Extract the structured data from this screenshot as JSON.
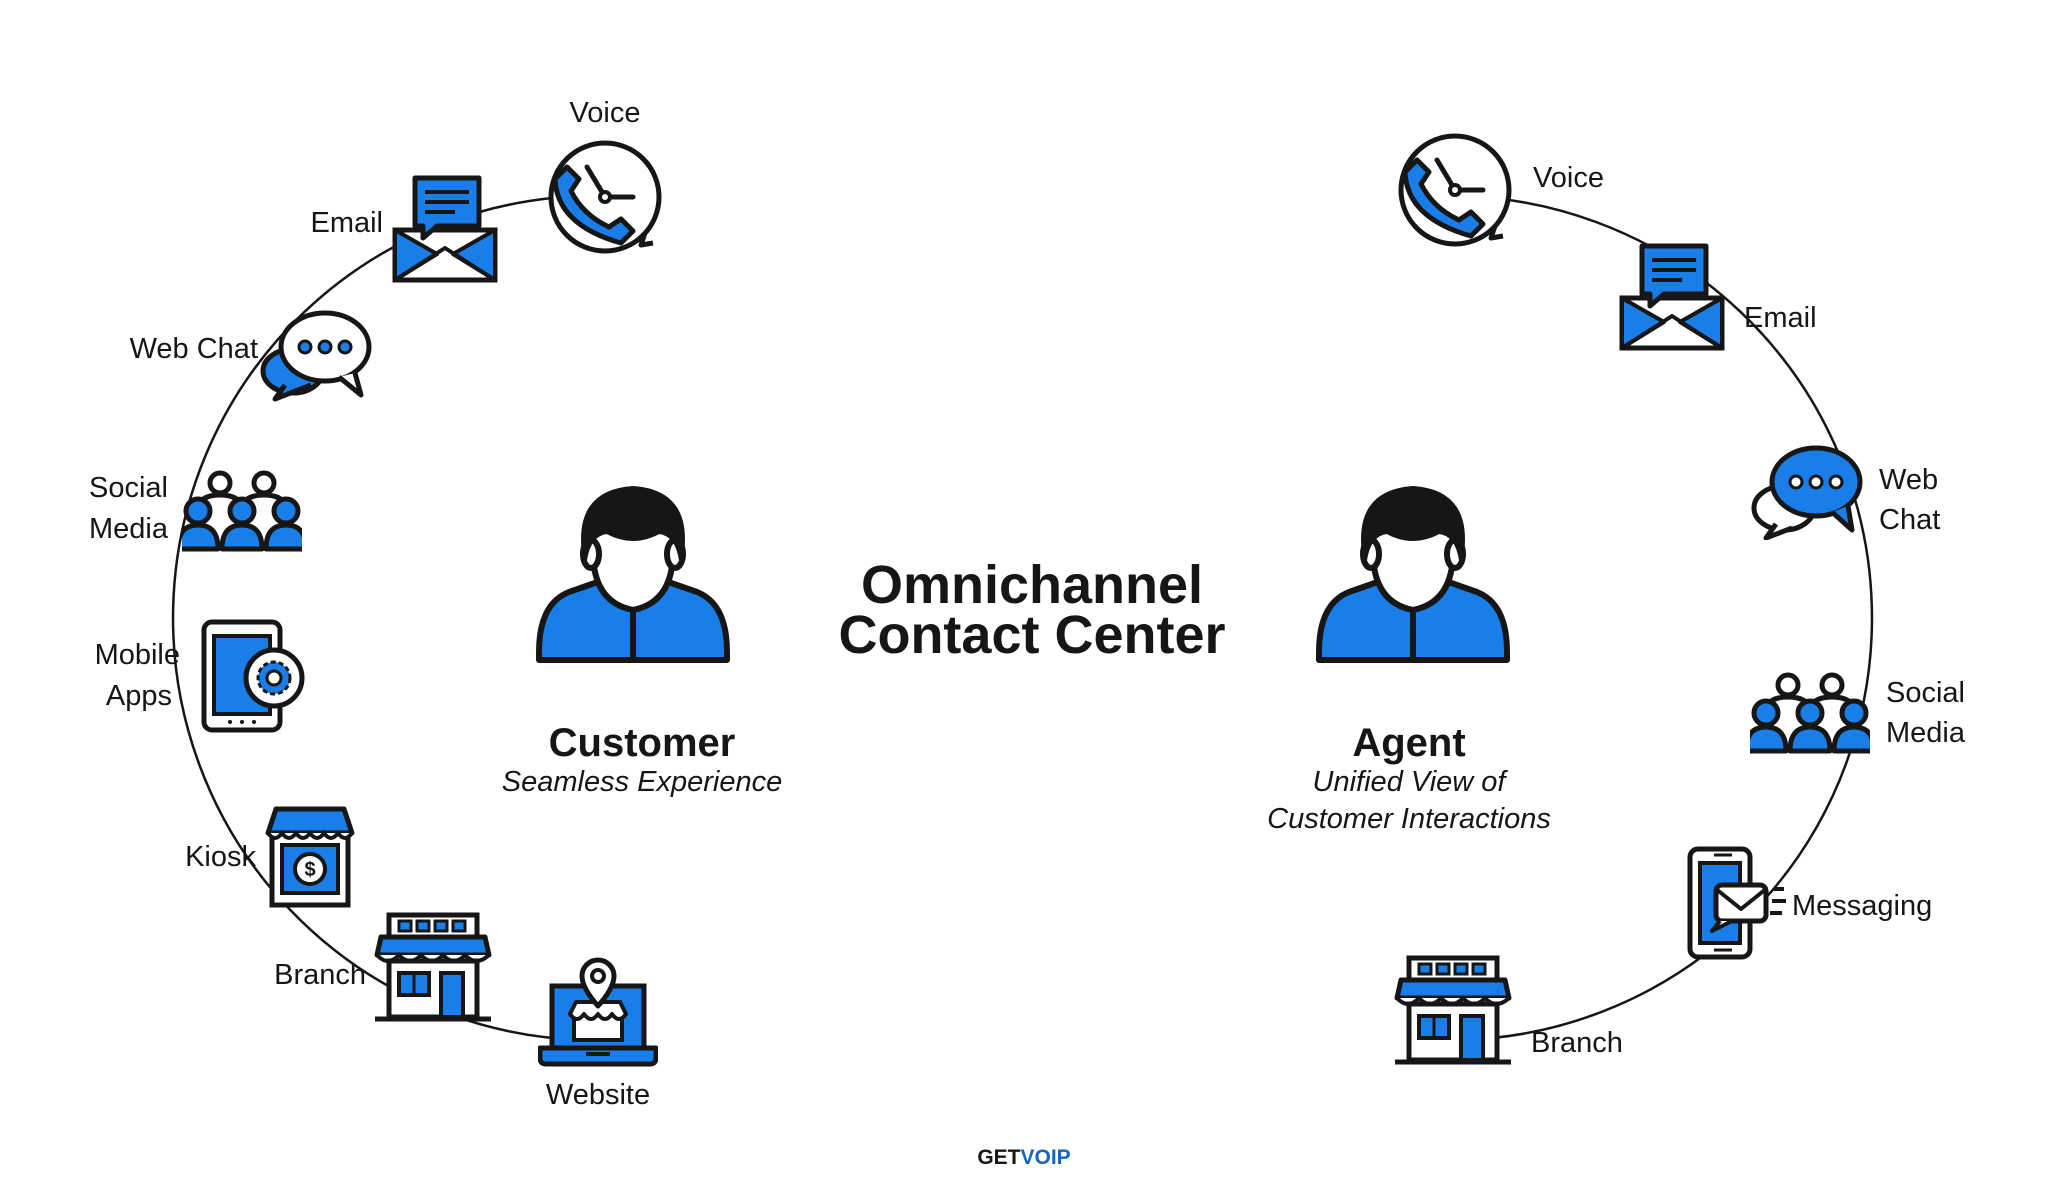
{
  "title": {
    "line1": "Omnichannel",
    "line2": "Contact Center"
  },
  "customer": {
    "name": "Customer",
    "subtitle": "Seamless Experience",
    "channels": {
      "voice": "Voice",
      "email": "Email",
      "web_chat": "Web Chat",
      "social_line1": "Social",
      "social_line2": "Media",
      "mobile_line1": "Mobile",
      "mobile_line2": "Apps",
      "kiosk": "Kiosk",
      "branch": "Branch",
      "website": "Website"
    }
  },
  "agent": {
    "name": "Agent",
    "subtitle_line1": "Unified View of",
    "subtitle_line2": "Customer Interactions",
    "channels": {
      "voice": "Voice",
      "email": "Email",
      "web_chat_line1": "Web",
      "web_chat_line2": "Chat",
      "social_line1": "Social",
      "social_line2": "Media",
      "messaging": "Messaging",
      "branch": "Branch"
    }
  },
  "brand": {
    "part1": "GET",
    "part2": "VOIP"
  },
  "colors": {
    "accent": "#1a7ee8",
    "ink": "#161616",
    "brand_blue": "#1565c0"
  },
  "icons": [
    "clock-phone-icon",
    "email-envelope-icon",
    "chat-bubbles-icon",
    "people-group-icon",
    "tablet-gear-icon",
    "kiosk-dollar-icon",
    "storefront-icon",
    "laptop-location-icon",
    "phone-message-icon",
    "person-avatar-icon"
  ]
}
